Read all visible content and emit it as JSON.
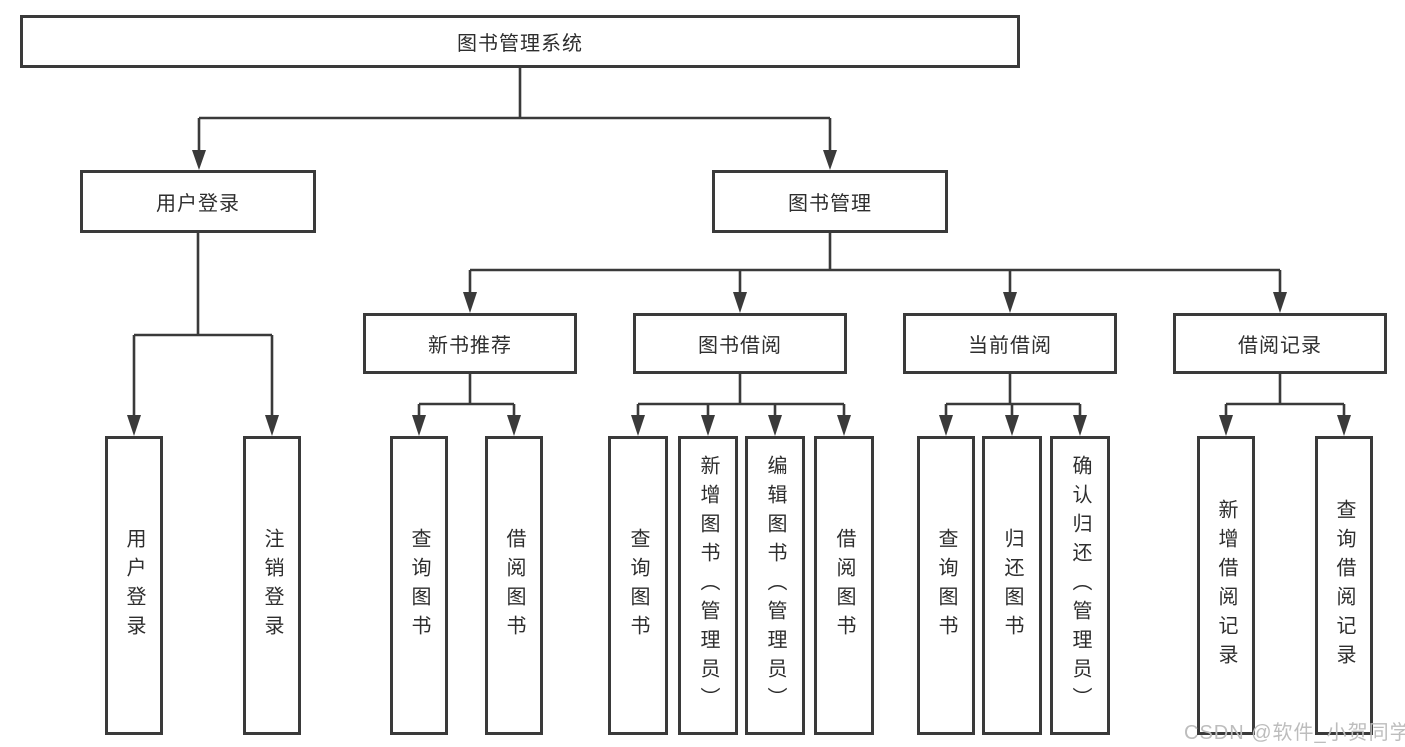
{
  "colors": {
    "line": "#3a3a3a",
    "text": "#2e2e2e",
    "box_background": "#ffffff",
    "watermark": "#bdbdbd"
  },
  "watermark": {
    "text": "CSDN @软件_小贺同学"
  },
  "tree": {
    "root": {
      "label": "图书管理系统"
    },
    "level2": [
      {
        "label": "用户登录"
      },
      {
        "label": "图书管理"
      }
    ],
    "level3": [
      {
        "label": "新书推荐"
      },
      {
        "label": "图书借阅"
      },
      {
        "label": "当前借阅"
      },
      {
        "label": "借阅记录"
      }
    ],
    "leaves": [
      {
        "label": "用户登录"
      },
      {
        "label": "注销登录"
      },
      {
        "label": "查询图书"
      },
      {
        "label": "借阅图书"
      },
      {
        "label": "查询图书"
      },
      {
        "label": "新增图书（管理员）"
      },
      {
        "label": "编辑图书（管理员）"
      },
      {
        "label": "借阅图书"
      },
      {
        "label": "查询图书"
      },
      {
        "label": "归还图书"
      },
      {
        "label": "确认归还（管理员）"
      },
      {
        "label": "新增借阅记录"
      },
      {
        "label": "查询借阅记录"
      }
    ]
  }
}
